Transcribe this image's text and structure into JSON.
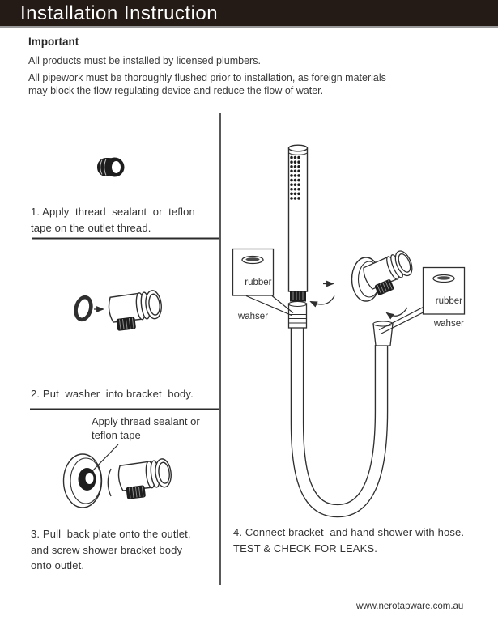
{
  "page": {
    "title": "Installation Instruction",
    "website": "www.nerotapware.com.au"
  },
  "intro": {
    "heading": "Important",
    "line1": "All products must be installed by licensed plumbers.",
    "line2": "All pipework must be thoroughly flushed prior to installation, as foreign materials\nmay block the flow regulating device and reduce the flow of water."
  },
  "steps": {
    "step1": "1. Apply  thread  sealant  or  teflon\ntape on the outlet thread.",
    "step2": "2. Put  washer  into bracket  body.",
    "step3_note": "Apply thread sealant or\nteflon tape",
    "step3": "3. Pull  back plate onto the outlet,\nand screw shower bracket body\nonto outlet.",
    "step4": "4. Connect bracket  and hand shower with hose.\nTEST & CHECK FOR LEAKS."
  },
  "labels": {
    "washer_line1": "rubber",
    "washer_line2": "wahser"
  },
  "colors": {
    "header_bg": "#241b17",
    "text": "#3a3a3a",
    "line": "#2f2f2f"
  }
}
